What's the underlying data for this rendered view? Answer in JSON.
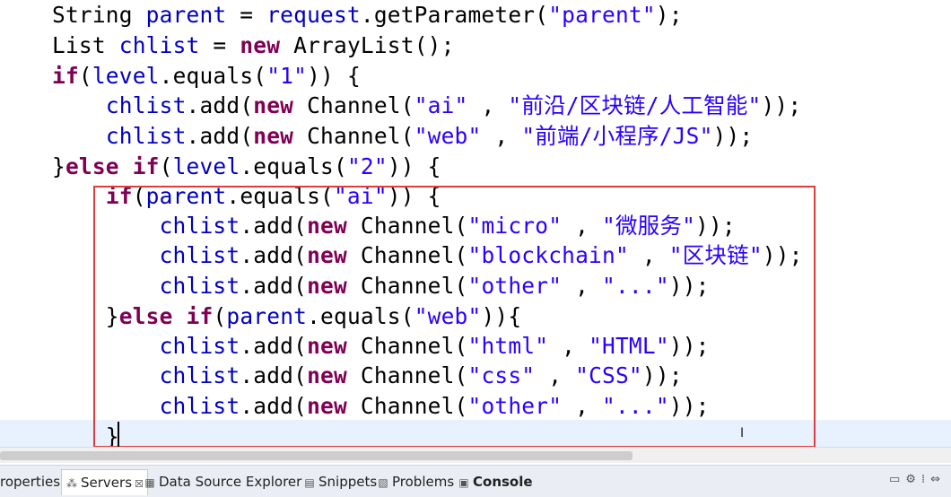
{
  "editor": {
    "lines": [
      {
        "segs": [
          {
            "t": "String ",
            "c": ""
          },
          {
            "t": "parent",
            "c": "fld"
          },
          {
            "t": " = ",
            "c": ""
          },
          {
            "t": "request",
            "c": "fld"
          },
          {
            "t": ".getParameter(",
            "c": ""
          },
          {
            "t": "\"parent\"",
            "c": "str"
          },
          {
            "t": ");",
            "c": ""
          }
        ]
      },
      {
        "segs": [
          {
            "t": "List ",
            "c": ""
          },
          {
            "t": "chlist",
            "c": "fld"
          },
          {
            "t": " = ",
            "c": ""
          },
          {
            "t": "new",
            "c": "kw"
          },
          {
            "t": " ArrayList();",
            "c": ""
          }
        ]
      },
      {
        "segs": [
          {
            "t": "if",
            "c": "kw"
          },
          {
            "t": "(",
            "c": ""
          },
          {
            "t": "level",
            "c": "fld"
          },
          {
            "t": ".equals(",
            "c": ""
          },
          {
            "t": "\"1\"",
            "c": "str"
          },
          {
            "t": ")) {",
            "c": ""
          }
        ]
      },
      {
        "segs": [
          {
            "t": "    ",
            "c": ""
          },
          {
            "t": "chlist",
            "c": "fld"
          },
          {
            "t": ".add(",
            "c": ""
          },
          {
            "t": "new",
            "c": "kw"
          },
          {
            "t": " Channel(",
            "c": ""
          },
          {
            "t": "\"ai\"",
            "c": "str"
          },
          {
            "t": " , ",
            "c": ""
          },
          {
            "t": "\"前沿/区块链/人工智能\"",
            "c": "str"
          },
          {
            "t": "));",
            "c": ""
          }
        ]
      },
      {
        "segs": [
          {
            "t": "    ",
            "c": ""
          },
          {
            "t": "chlist",
            "c": "fld"
          },
          {
            "t": ".add(",
            "c": ""
          },
          {
            "t": "new",
            "c": "kw"
          },
          {
            "t": " Channel(",
            "c": ""
          },
          {
            "t": "\"web\"",
            "c": "str"
          },
          {
            "t": " , ",
            "c": ""
          },
          {
            "t": "\"前端/小程序/JS\"",
            "c": "str"
          },
          {
            "t": "));",
            "c": ""
          }
        ]
      },
      {
        "segs": [
          {
            "t": "}",
            "c": ""
          },
          {
            "t": "else",
            "c": "kw"
          },
          {
            "t": " ",
            "c": ""
          },
          {
            "t": "if",
            "c": "kw"
          },
          {
            "t": "(",
            "c": ""
          },
          {
            "t": "level",
            "c": "fld"
          },
          {
            "t": ".equals(",
            "c": ""
          },
          {
            "t": "\"2\"",
            "c": "str"
          },
          {
            "t": ")) {",
            "c": ""
          }
        ]
      },
      {
        "segs": [
          {
            "t": "    ",
            "c": ""
          },
          {
            "t": "if",
            "c": "kw"
          },
          {
            "t": "(",
            "c": ""
          },
          {
            "t": "parent",
            "c": "fld"
          },
          {
            "t": ".equals(",
            "c": ""
          },
          {
            "t": "\"ai\"",
            "c": "str"
          },
          {
            "t": ")) {",
            "c": ""
          }
        ]
      },
      {
        "segs": [
          {
            "t": "        ",
            "c": ""
          },
          {
            "t": "chlist",
            "c": "fld"
          },
          {
            "t": ".add(",
            "c": ""
          },
          {
            "t": "new",
            "c": "kw"
          },
          {
            "t": " Channel(",
            "c": ""
          },
          {
            "t": "\"micro\"",
            "c": "str"
          },
          {
            "t": " , ",
            "c": ""
          },
          {
            "t": "\"微服务\"",
            "c": "str"
          },
          {
            "t": "));",
            "c": ""
          }
        ]
      },
      {
        "segs": [
          {
            "t": "        ",
            "c": ""
          },
          {
            "t": "chlist",
            "c": "fld"
          },
          {
            "t": ".add(",
            "c": ""
          },
          {
            "t": "new",
            "c": "kw"
          },
          {
            "t": " Channel(",
            "c": ""
          },
          {
            "t": "\"blockchain\"",
            "c": "str"
          },
          {
            "t": " , ",
            "c": ""
          },
          {
            "t": "\"区块链\"",
            "c": "str"
          },
          {
            "t": "));",
            "c": ""
          }
        ]
      },
      {
        "segs": [
          {
            "t": "        ",
            "c": ""
          },
          {
            "t": "chlist",
            "c": "fld"
          },
          {
            "t": ".add(",
            "c": ""
          },
          {
            "t": "new",
            "c": "kw"
          },
          {
            "t": " Channel(",
            "c": ""
          },
          {
            "t": "\"other\"",
            "c": "str"
          },
          {
            "t": " , ",
            "c": ""
          },
          {
            "t": "\"...\"",
            "c": "str"
          },
          {
            "t": "));",
            "c": ""
          }
        ]
      },
      {
        "segs": [
          {
            "t": "    }",
            "c": ""
          },
          {
            "t": "else",
            "c": "kw"
          },
          {
            "t": " ",
            "c": ""
          },
          {
            "t": "if",
            "c": "kw"
          },
          {
            "t": "(",
            "c": ""
          },
          {
            "t": "parent",
            "c": "fld"
          },
          {
            "t": ".equals(",
            "c": ""
          },
          {
            "t": "\"web\"",
            "c": "str"
          },
          {
            "t": ")){",
            "c": ""
          }
        ]
      },
      {
        "segs": [
          {
            "t": "        ",
            "c": ""
          },
          {
            "t": "chlist",
            "c": "fld"
          },
          {
            "t": ".add(",
            "c": ""
          },
          {
            "t": "new",
            "c": "kw"
          },
          {
            "t": " Channel(",
            "c": ""
          },
          {
            "t": "\"html\"",
            "c": "str"
          },
          {
            "t": " , ",
            "c": ""
          },
          {
            "t": "\"HTML\"",
            "c": "str"
          },
          {
            "t": "));",
            "c": ""
          }
        ]
      },
      {
        "segs": [
          {
            "t": "        ",
            "c": ""
          },
          {
            "t": "chlist",
            "c": "fld"
          },
          {
            "t": ".add(",
            "c": ""
          },
          {
            "t": "new",
            "c": "kw"
          },
          {
            "t": " Channel(",
            "c": ""
          },
          {
            "t": "\"css\"",
            "c": "str"
          },
          {
            "t": " , ",
            "c": ""
          },
          {
            "t": "\"CSS\"",
            "c": "str"
          },
          {
            "t": "));",
            "c": ""
          }
        ]
      },
      {
        "segs": [
          {
            "t": "        ",
            "c": ""
          },
          {
            "t": "chlist",
            "c": "fld"
          },
          {
            "t": ".add(",
            "c": ""
          },
          {
            "t": "new",
            "c": "kw"
          },
          {
            "t": " Channel(",
            "c": ""
          },
          {
            "t": "\"other\"",
            "c": "str"
          },
          {
            "t": " , ",
            "c": ""
          },
          {
            "t": "\"...\"",
            "c": "str"
          },
          {
            "t": "));",
            "c": ""
          }
        ]
      },
      {
        "segs": [
          {
            "t": "    }",
            "c": ""
          }
        ]
      }
    ]
  },
  "bottom_tabs": [
    {
      "label": "roperties",
      "icon": "properties-icon",
      "glyph": ""
    },
    {
      "label": "Servers",
      "icon": "servers-icon",
      "glyph": "⁂",
      "close": "☒"
    },
    {
      "label": "Data Source Explorer",
      "icon": "data-source-icon",
      "glyph": "▦"
    },
    {
      "label": "Snippets",
      "icon": "snippets-icon",
      "glyph": "▤"
    },
    {
      "label": "Problems",
      "icon": "problems-icon",
      "glyph": "▧"
    },
    {
      "label": "Console",
      "icon": "console-icon",
      "glyph": "▣"
    }
  ],
  "view_toolbar_icons": [
    "▭",
    "⚙",
    "⁞",
    "⇔"
  ],
  "colors": {
    "keyword": "#7f0055",
    "field": "#0000c0",
    "string": "#2a00ff",
    "highlight_box": "#e23b3b"
  }
}
